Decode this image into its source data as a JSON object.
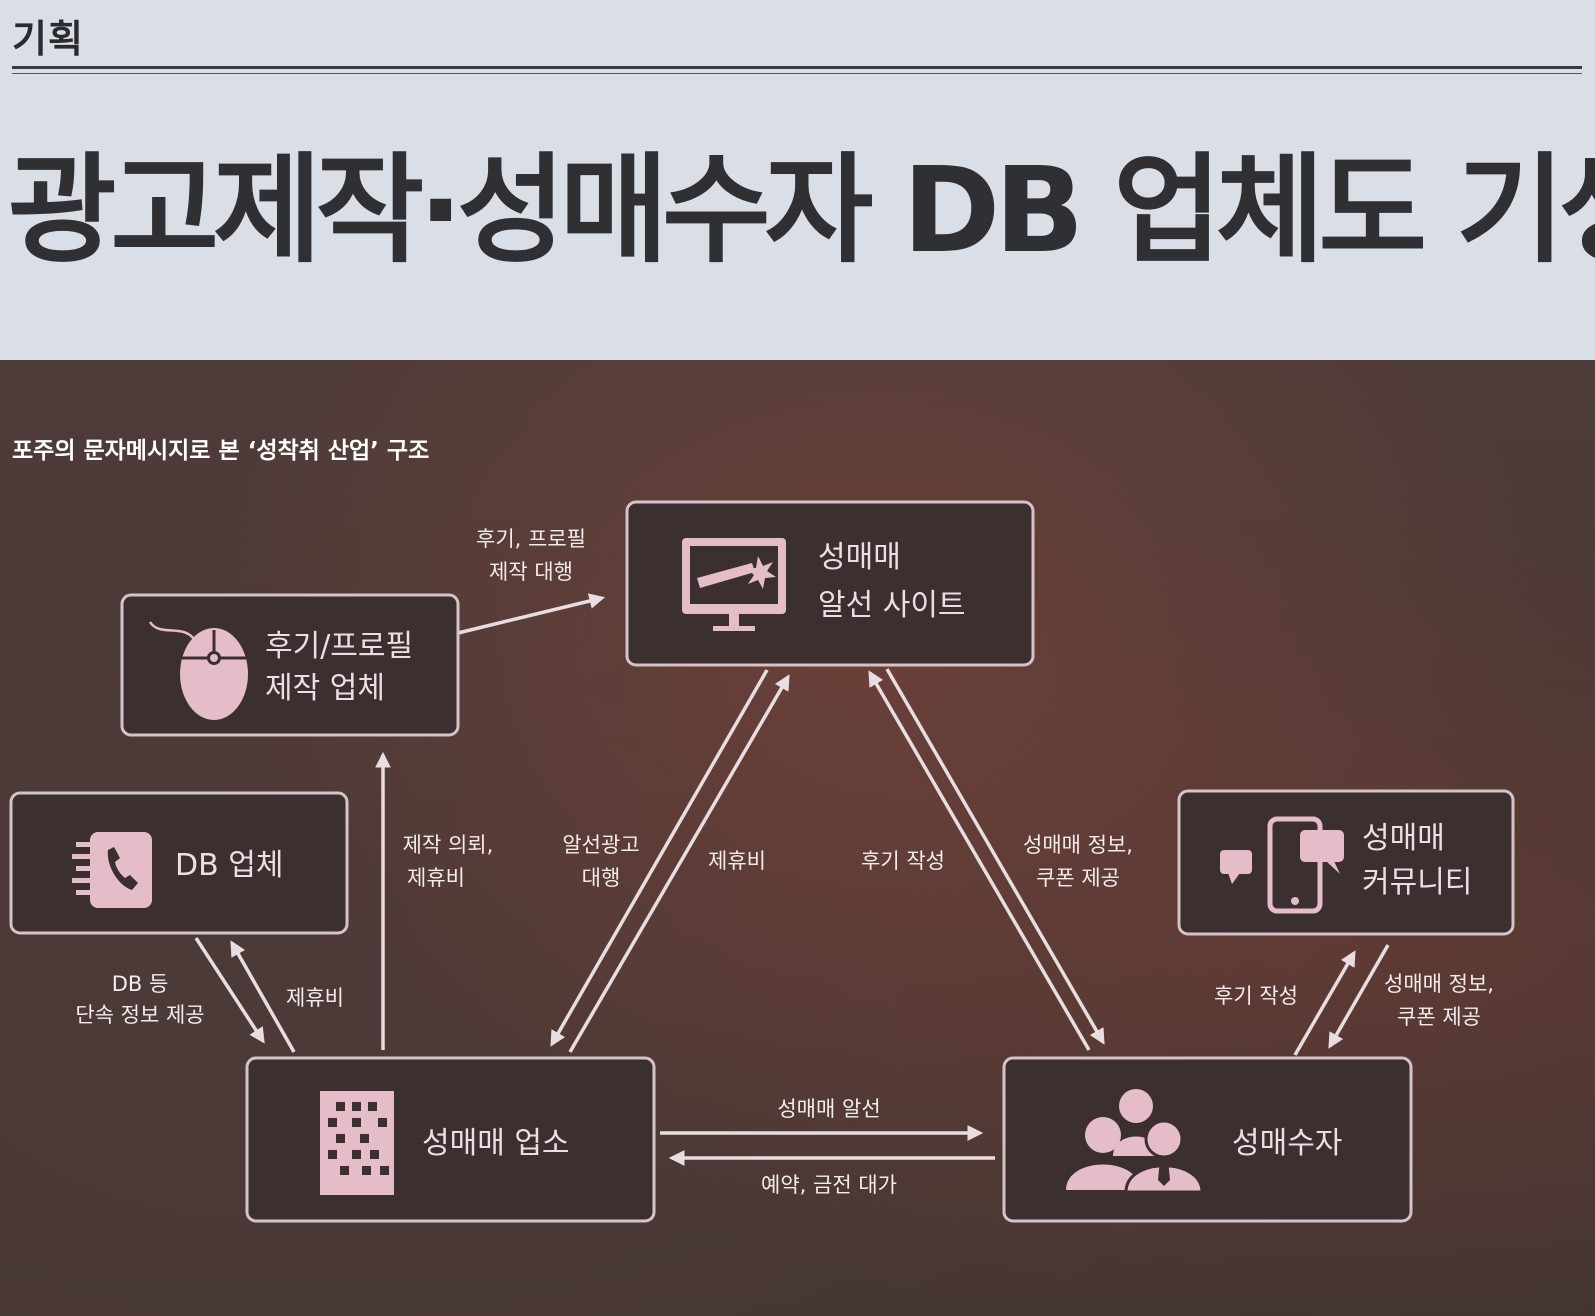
{
  "header": {
    "section_tag": "기획",
    "headline": "광고제작·성매수자 DB 업체도 기생"
  },
  "diagram": {
    "title": "포주의 문자메시지로 본 ‘성착취 산업’ 구조",
    "nodes": {
      "site": {
        "line1": "성매매",
        "line2": "알선 사이트",
        "icon": "monitor-icon"
      },
      "review_maker": {
        "line1": "후기/프로필",
        "line2": "제작 업체",
        "icon": "mouse-icon"
      },
      "db": {
        "label": "DB 업체",
        "icon": "phone-book-icon"
      },
      "community": {
        "line1": "성매매",
        "line2": "커뮤니티",
        "icon": "smartphone-chat-icon"
      },
      "business": {
        "label": "성매매 업소",
        "icon": "building-icon"
      },
      "buyer": {
        "label": "성매수자",
        "icon": "people-icon"
      }
    },
    "edges": {
      "review_to_site": [
        "후기, 프로필",
        "제작 대행"
      ],
      "business_to_review": [
        "제작 의뢰,",
        "제휴비"
      ],
      "site_to_business": [
        "알선광고",
        "대행"
      ],
      "business_to_site": "제휴비",
      "buyer_to_site": "후기 작성",
      "site_to_buyer": [
        "성매매 정보,",
        "쿠폰 제공"
      ],
      "db_to_business": [
        "DB 등",
        "단속 정보 제공"
      ],
      "business_to_db": "제휴비",
      "business_to_buyer": "성매매 알선",
      "buyer_to_business": "예약, 금전 대가",
      "buyer_to_community": "후기 작성",
      "community_to_buyer": [
        "성매매 정보,",
        "쿠폰 제공"
      ]
    }
  },
  "colors": {
    "box_fill": "#3b2f30",
    "box_border": "#d6c3c9",
    "icon_pink": "#e4bdc8",
    "arrow": "#e8dde0"
  }
}
